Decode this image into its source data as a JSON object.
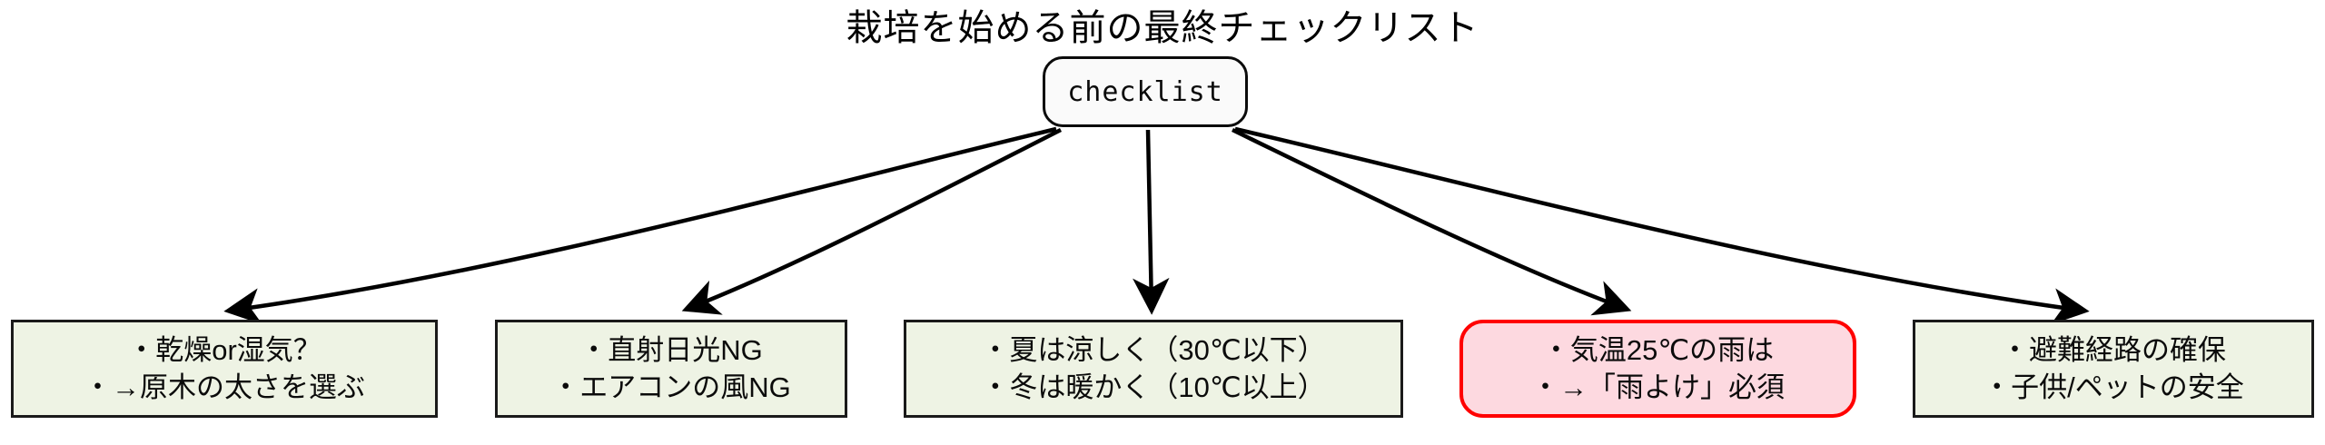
{
  "diagram": {
    "title": "栽培を始める前の最終チェックリスト",
    "type": "flowchart",
    "direction": "top-down",
    "background_color": "#ffffff",
    "root": {
      "id": "checklist",
      "label": "checklist",
      "shape": "rounded-rectangle",
      "fill_color": "#fafafa",
      "stroke_color": "#0b0b0b"
    },
    "edge_style": {
      "stroke_color": "#000000",
      "arrowhead": "filled-triangle",
      "curved": true
    },
    "nodes": [
      {
        "id": "humidity",
        "lines": [
          "・乾燥or湿気？",
          "・→原木の太さを選ぶ"
        ],
        "shape": "rectangle",
        "fill_color": "#eef3e4",
        "stroke_color": "#1a1a1a",
        "highlighted": false
      },
      {
        "id": "light",
        "lines": [
          "・直射日光NG",
          "・エアコンの風NG"
        ],
        "shape": "rectangle",
        "fill_color": "#eef3e4",
        "stroke_color": "#1a1a1a",
        "highlighted": false
      },
      {
        "id": "temperature",
        "lines": [
          "・夏は涼しく（30℃以下）",
          "・冬は暖かく（10℃以上）"
        ],
        "shape": "rectangle",
        "fill_color": "#eef3e4",
        "stroke_color": "#1a1a1a",
        "highlighted": false
      },
      {
        "id": "rain",
        "lines": [
          "・気温25℃の雨は",
          "・→「雨よけ」必須"
        ],
        "shape": "rounded-rectangle",
        "fill_color": "#fdd9e0",
        "stroke_color": "#ff0000",
        "highlighted": true
      },
      {
        "id": "safety",
        "lines": [
          "・避難経路の確保",
          "・子供/ペットの安全"
        ],
        "shape": "rectangle",
        "fill_color": "#eef3e4",
        "stroke_color": "#1a1a1a",
        "highlighted": false
      }
    ],
    "edges": [
      {
        "from": "checklist",
        "to": "humidity"
      },
      {
        "from": "checklist",
        "to": "light"
      },
      {
        "from": "checklist",
        "to": "temperature"
      },
      {
        "from": "checklist",
        "to": "rain"
      },
      {
        "from": "checklist",
        "to": "safety"
      }
    ]
  }
}
